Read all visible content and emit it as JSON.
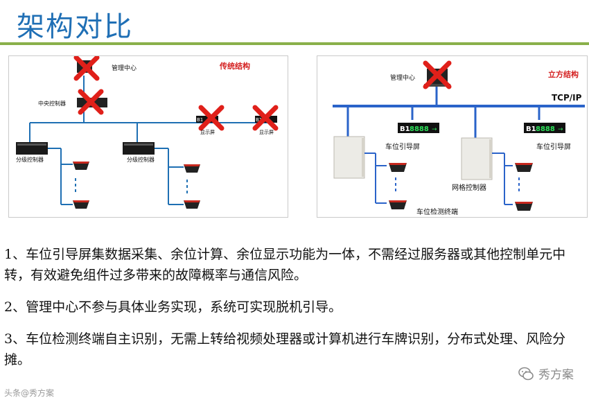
{
  "title": "架构对比",
  "left_diagram": {
    "heading": "传统结构",
    "management_center": "管理中心",
    "central_controller": "中央控制器",
    "display_label": "显示屏",
    "sub_controller": "分级控制器",
    "display_code": "B1"
  },
  "right_diagram": {
    "heading": "立方结构",
    "management_center": "管理中心",
    "network_label": "TCP/IP",
    "guide_screen": "车位引导屏",
    "display_code": "B1",
    "display_digits": "8888",
    "grid_controller": "网格控制器",
    "detector": "车位检测终端"
  },
  "points": [
    "1、车位引导屏集数据采集、余位计算、余位显示功能为一体，不需经过服务器或其他控制单元中转，有效避免组件过多带来的故障概率与通信风险。",
    "2、管理中心不参与具体业务实现，系统可实现脱机引导。",
    "3、车位检测终端自主识别，无需上转给视频处理器或计算机进行车牌识别，分布式处理、风险分摊。"
  ],
  "watermark": "秀方案",
  "watermark_bottom": "头条@秀方案",
  "colors": {
    "title": "#1f6fb5",
    "rule": "#8ab04a",
    "cross": "#e0201a",
    "line": "#1e6fb3",
    "heading": "#d42020"
  }
}
